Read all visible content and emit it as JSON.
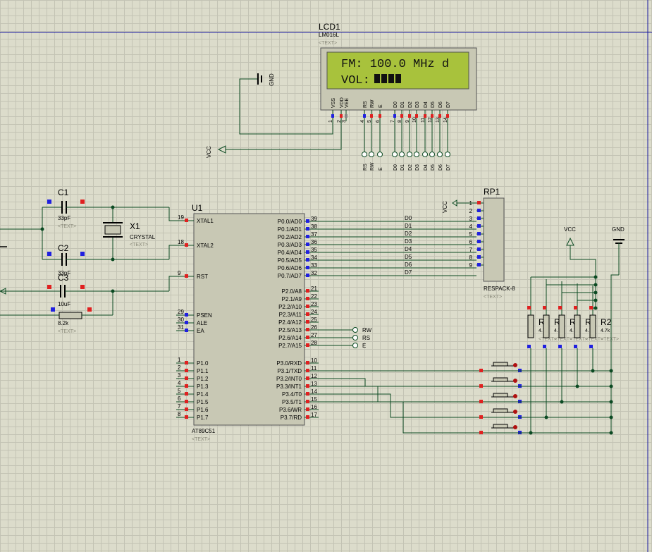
{
  "lcd": {
    "ref": "LCD1",
    "part": "LM016L",
    "text_placeholder": "<TEXT>",
    "line1": "FM: 100.0 MHz d",
    "line2_prefix": "VOL:",
    "volume_bars": 4,
    "pins": [
      "VSS",
      "VDD",
      "VEE",
      "RS",
      "RW",
      "E",
      "D0",
      "D1",
      "D2",
      "D3",
      "D4",
      "D5",
      "D6",
      "D7"
    ],
    "pin_numbers": [
      "1",
      "2",
      "3",
      "4",
      "5",
      "6",
      "7",
      "8",
      "9",
      "10",
      "11",
      "12",
      "13",
      "14"
    ]
  },
  "power": {
    "gnd_label": "GND",
    "vcc_label": "VCC"
  },
  "mcu": {
    "ref": "U1",
    "part": "AT89C51",
    "text_placeholder": "<TEXT>",
    "left_pins": [
      {
        "num": "19",
        "name": "XTAL1"
      },
      {
        "num": "18",
        "name": "XTAL2"
      },
      {
        "num": "9",
        "name": "RST"
      },
      {
        "num": "29",
        "name": "PSEN"
      },
      {
        "num": "30",
        "name": "ALE"
      },
      {
        "num": "31",
        "name": "EA"
      },
      {
        "num": "1",
        "name": "P1.0"
      },
      {
        "num": "2",
        "name": "P1.1"
      },
      {
        "num": "3",
        "name": "P1.2"
      },
      {
        "num": "4",
        "name": "P1.3"
      },
      {
        "num": "5",
        "name": "P1.4"
      },
      {
        "num": "6",
        "name": "P1.5"
      },
      {
        "num": "7",
        "name": "P1.6"
      },
      {
        "num": "8",
        "name": "P1.7"
      }
    ],
    "right_pins": [
      {
        "num": "39",
        "name": "P0.0/AD0"
      },
      {
        "num": "38",
        "name": "P0.1/AD1"
      },
      {
        "num": "37",
        "name": "P0.2/AD2"
      },
      {
        "num": "36",
        "name": "P0.3/AD3"
      },
      {
        "num": "35",
        "name": "P0.4/AD4"
      },
      {
        "num": "34",
        "name": "P0.5/AD5"
      },
      {
        "num": "33",
        "name": "P0.6/AD6"
      },
      {
        "num": "32",
        "name": "P0.7/AD7"
      },
      {
        "num": "21",
        "name": "P2.0/A8"
      },
      {
        "num": "22",
        "name": "P2.1/A9"
      },
      {
        "num": "23",
        "name": "P2.2/A10"
      },
      {
        "num": "24",
        "name": "P2.3/A11"
      },
      {
        "num": "25",
        "name": "P2.4/A12"
      },
      {
        "num": "26",
        "name": "P2.5/A13"
      },
      {
        "num": "27",
        "name": "P2.6/A14"
      },
      {
        "num": "28",
        "name": "P2.7/A15"
      },
      {
        "num": "10",
        "name": "P3.0/RXD"
      },
      {
        "num": "11",
        "name": "P3.1/TXD"
      },
      {
        "num": "12",
        "name": "P3.2/INT0"
      },
      {
        "num": "13",
        "name": "P3.3/INT1"
      },
      {
        "num": "14",
        "name": "P3.4/T0"
      },
      {
        "num": "15",
        "name": "P3.5/T1"
      },
      {
        "num": "16",
        "name": "P3.6/WR"
      },
      {
        "num": "17",
        "name": "P3.7/RD"
      }
    ]
  },
  "databus_labels": [
    "D0",
    "D1",
    "D2",
    "D3",
    "D4",
    "D5",
    "D6",
    "D7"
  ],
  "control_labels": [
    "RW",
    "RS",
    "E"
  ],
  "respack": {
    "ref": "RP1",
    "part": "RESPACK-8",
    "text_placeholder": "<TEXT>",
    "pin_numbers": [
      "1",
      "2",
      "3",
      "4",
      "5",
      "6",
      "7",
      "8",
      "9"
    ]
  },
  "crystal": {
    "c1_ref": "C1",
    "c1_value": "33pF",
    "c2_ref": "C2",
    "c2_value": "33pF",
    "c3_ref": "C3",
    "c3_value": "10uF",
    "r1_value": "8.2k",
    "x1_ref": "X1",
    "x1_part": "CRYSTAL",
    "text_placeholder": "<TEXT>"
  },
  "resistors": [
    {
      "ref": "R6",
      "value": "4.7k"
    },
    {
      "ref": "R5",
      "value": "4.7k"
    },
    {
      "ref": "R4",
      "value": "4.7k"
    },
    {
      "ref": "R3",
      "value": "4.7k"
    },
    {
      "ref": "R2",
      "value": "4.7k"
    }
  ],
  "colors": {
    "wire": "#0b4a22",
    "body": "#c8c8b4",
    "lcd_screen": "#a8c23c",
    "pin_red": "#e02020",
    "pin_blue": "#2020e0",
    "sheet_border": "#1a1aa0"
  }
}
